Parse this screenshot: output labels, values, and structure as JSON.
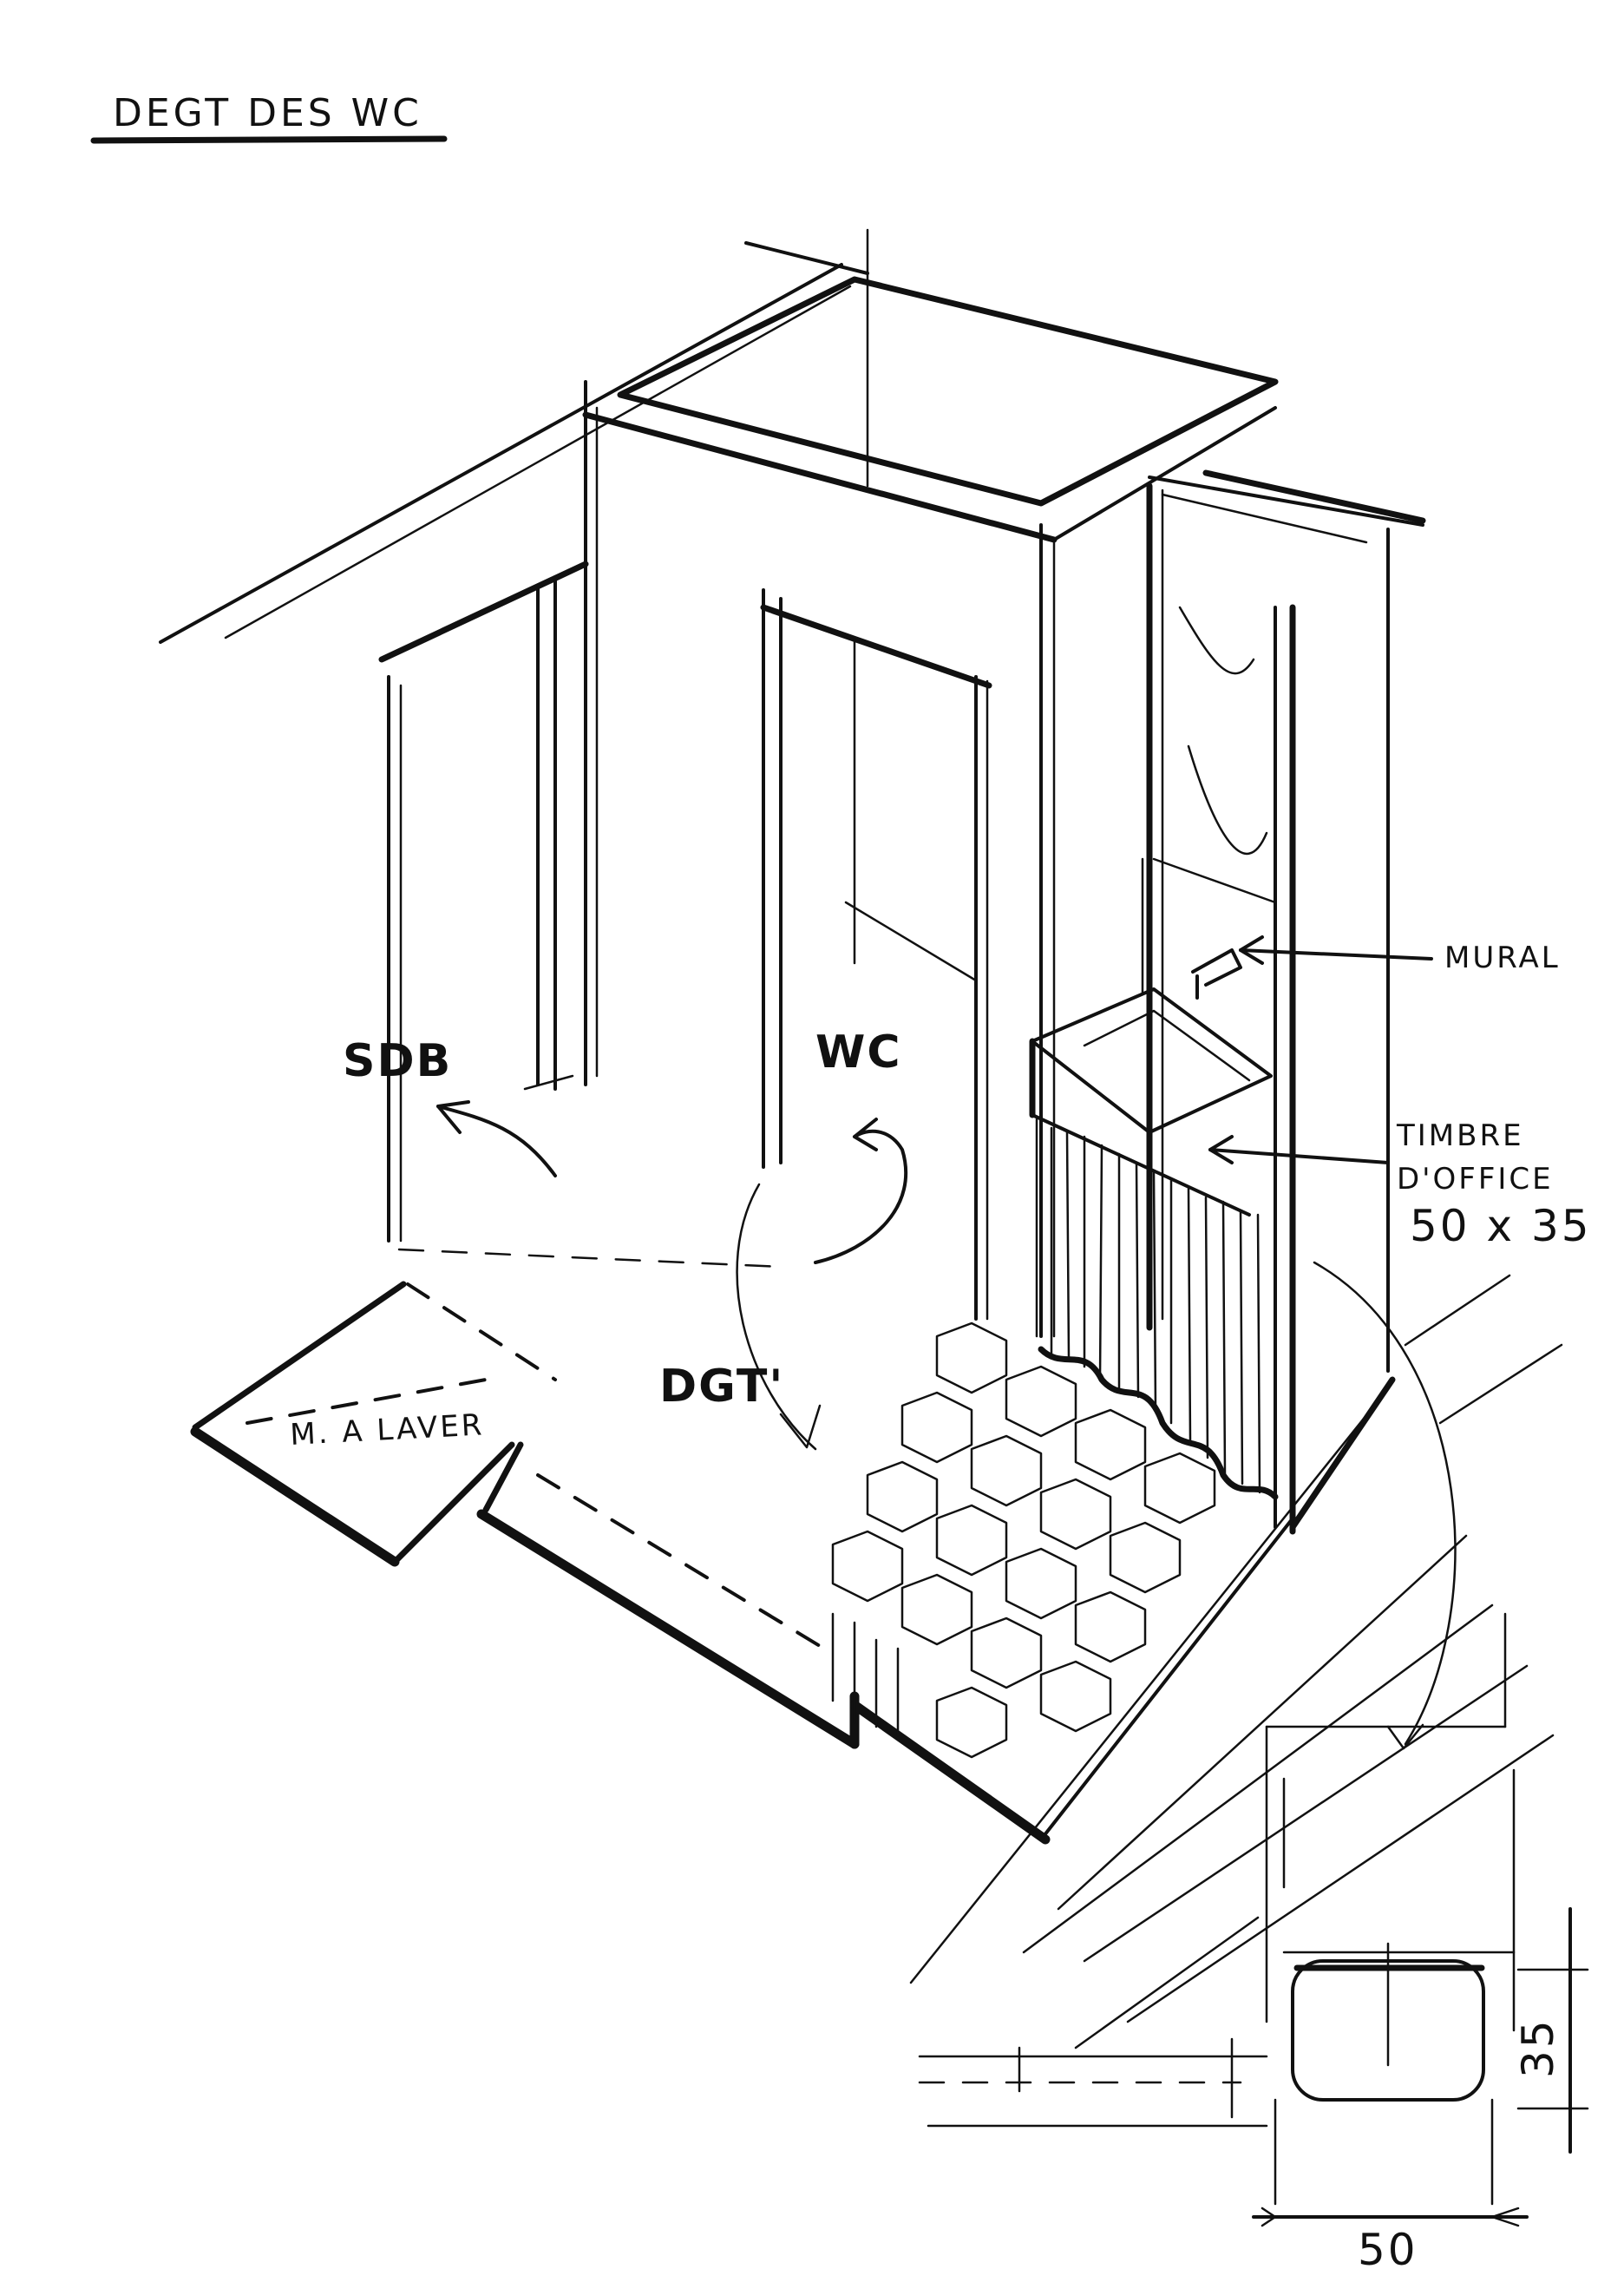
{
  "title": "DEGT DES WC",
  "labels": {
    "sdb": "SDB",
    "wc": "WC",
    "dgt": "DGT'",
    "machine": "M. A LAVER",
    "mural": "MURAL",
    "timbre_line1": "TIMBRE",
    "timbre_line2": "D'OFFICE",
    "timbre_size": "50 x 35"
  },
  "dimensions": {
    "width": "50",
    "depth": "35"
  }
}
